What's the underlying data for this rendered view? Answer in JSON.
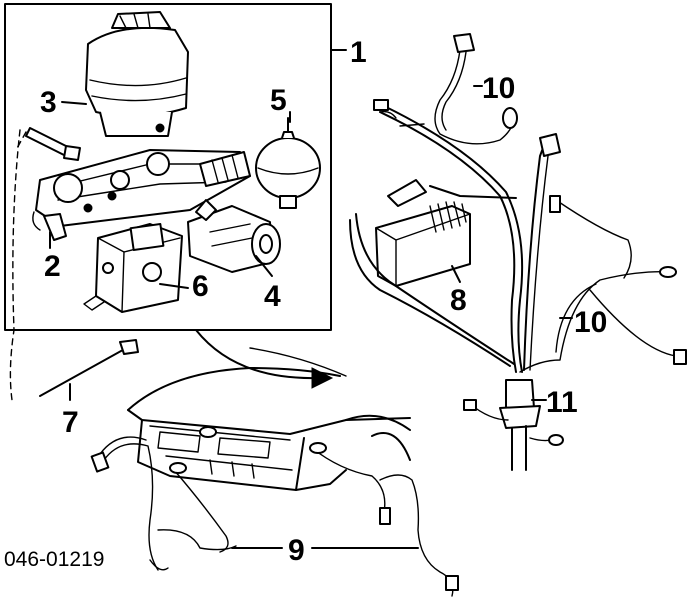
{
  "diagram": {
    "code": "046-01219",
    "callouts": [
      {
        "id": "1",
        "text": "1"
      },
      {
        "id": "2",
        "text": "2"
      },
      {
        "id": "3",
        "text": "3"
      },
      {
        "id": "4",
        "text": "4"
      },
      {
        "id": "5",
        "text": "5"
      },
      {
        "id": "6",
        "text": "6"
      },
      {
        "id": "7",
        "text": "7"
      },
      {
        "id": "8",
        "text": "8"
      },
      {
        "id": "9",
        "text": "9"
      },
      {
        "id": "10a",
        "text": "10"
      },
      {
        "id": "10b",
        "text": "10"
      },
      {
        "id": "11",
        "text": "11"
      }
    ]
  }
}
